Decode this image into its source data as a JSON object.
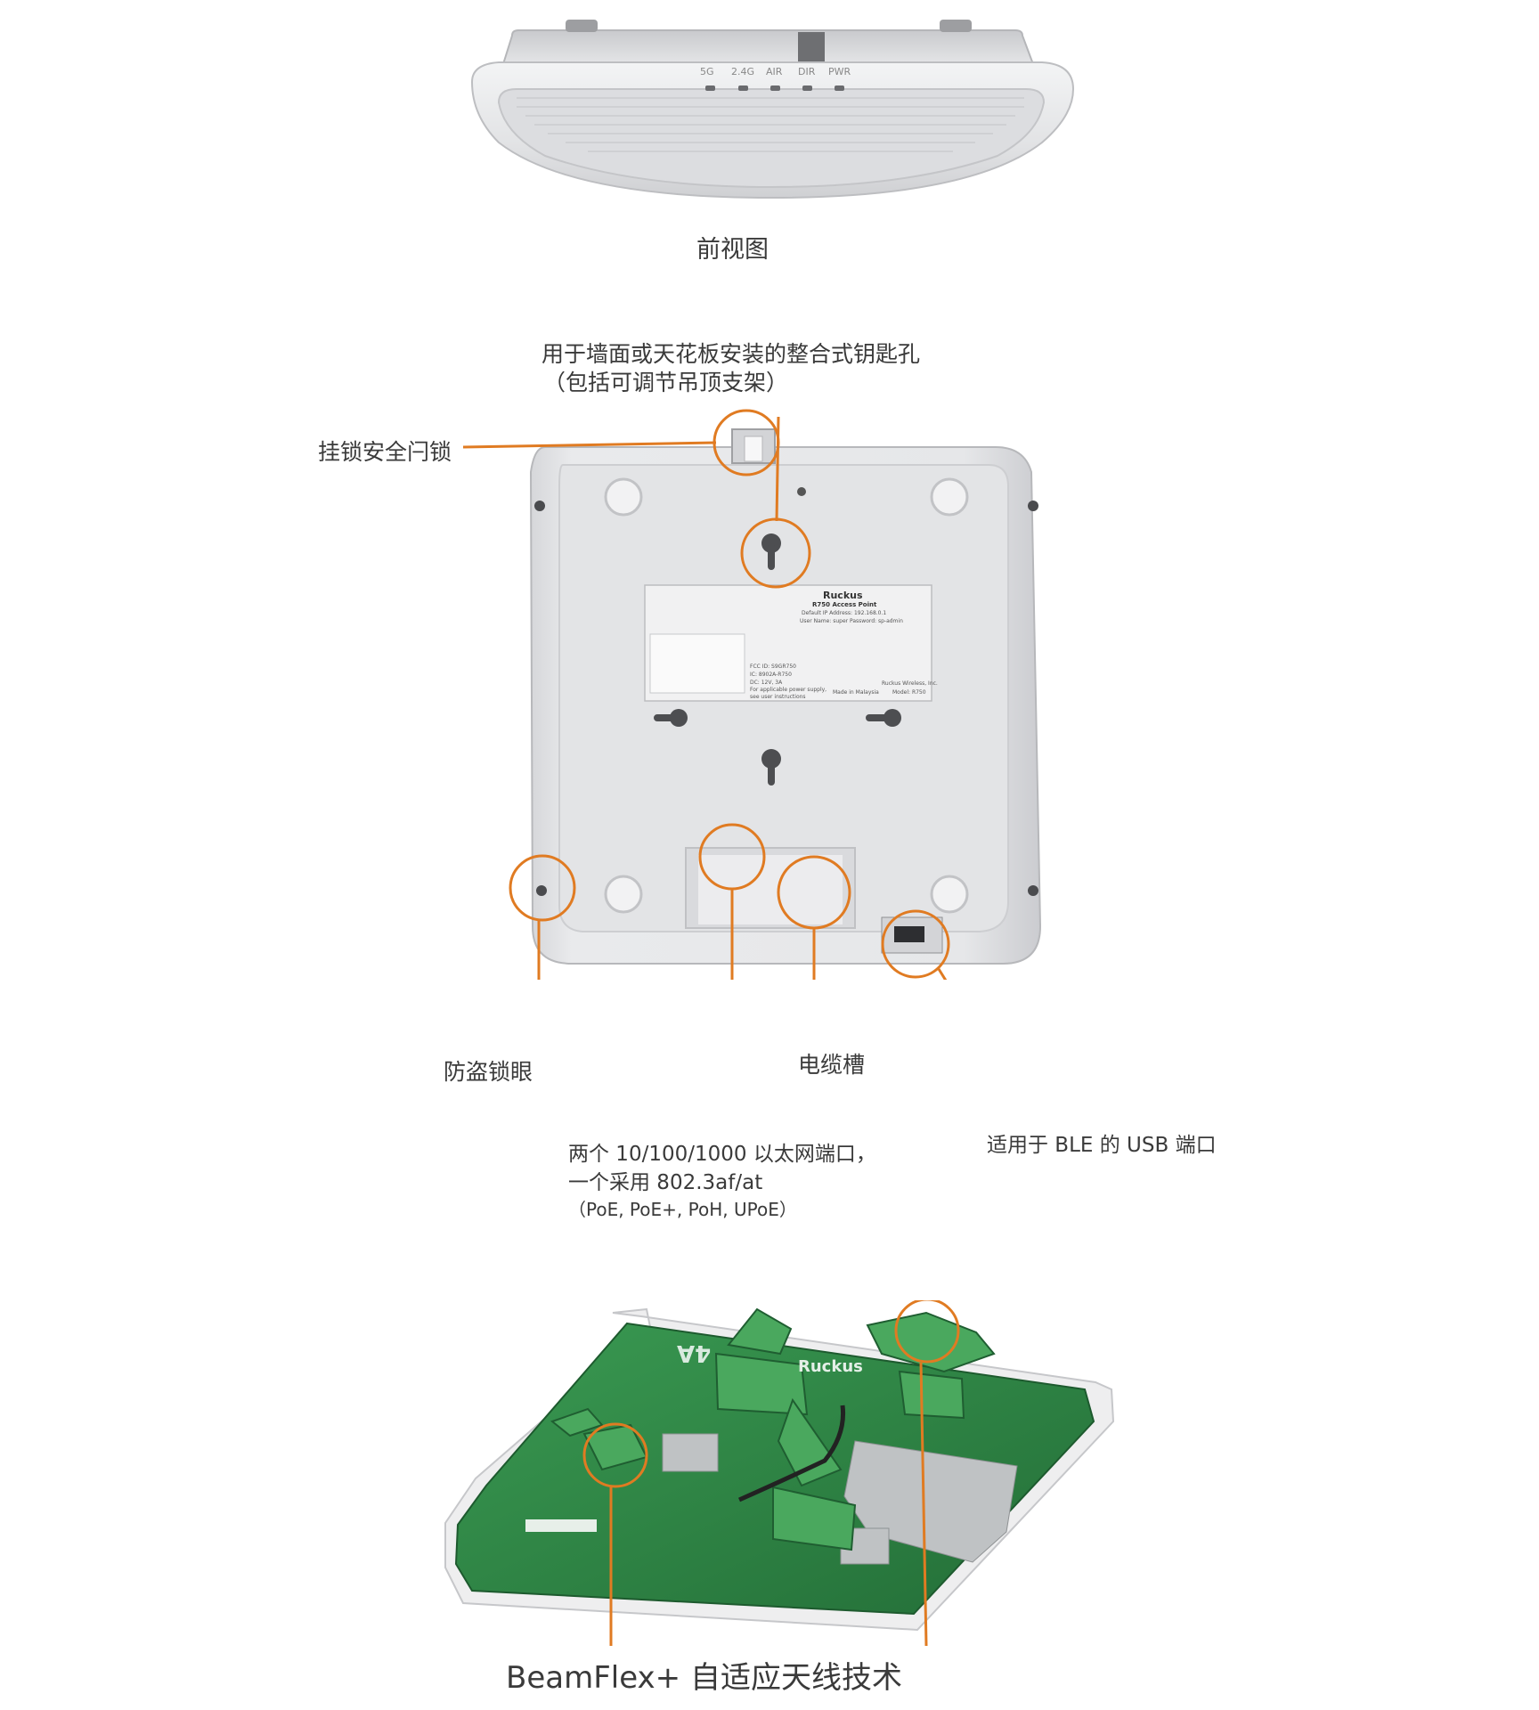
{
  "colors": {
    "accent": "#e07b22",
    "text": "#3a3a3a",
    "device": "#e7e8ea",
    "pcb": "#2f8a46"
  },
  "front_view": {
    "caption": "前视图",
    "led_labels": [
      "5G",
      "2.4G",
      "AIR",
      "DIR",
      "PWR"
    ]
  },
  "rear_view": {
    "keyhole_label_line1": "用于墙面或天花板安装的整合式钥匙孔",
    "keyhole_label_line2": "（包括可调节吊顶支架）",
    "padlock_label": "挂锁安全闩锁",
    "antitheft_label": "防盗锁眼",
    "cable_slot_label": "电缆槽",
    "ethernet_label_line1": "两个 10/100/1000 以太网端口，",
    "ethernet_label_line2": "一个采用 802.3af/at",
    "ethernet_label_line3": "（PoE, PoE+, PoH, UPoE）",
    "usb_label": "适用于 BLE 的 USB 端口",
    "sticker": {
      "brand": "Ruckus",
      "model_title": "R750 Access Point",
      "line_ip": "Default IP Address: 192.168.0.1",
      "line_user": "User Name: super   Password: sp-admin",
      "line_fcc": "FCC ID: S9GR750",
      "line_ic": "IC: 8902A-R750",
      "line_power": "DC: 12V, 3A",
      "line_supply": "For applicable power supply,",
      "line_instr": "see user instructions",
      "made_in": "Made in Malaysia",
      "company": "Ruckus Wireless, Inc.",
      "model": "Model: R750"
    }
  },
  "internal_view": {
    "board_text_a": "4A",
    "board_brand": "Ruckus",
    "caption": "BeamFlex+ 自适应天线技术"
  }
}
